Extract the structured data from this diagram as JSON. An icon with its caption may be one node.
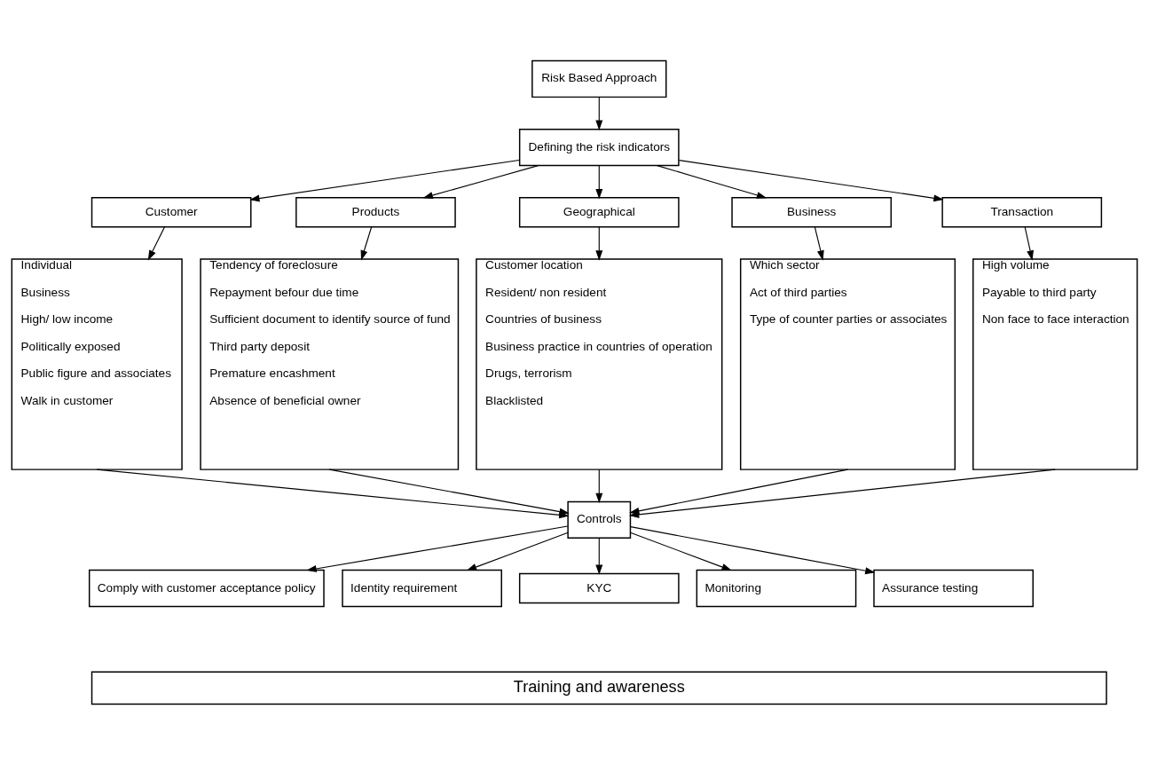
{
  "diagram": {
    "nodes": [
      {
        "text": [
          "Risk Based Approach"
        ]
      },
      {
        "text": [
          "Defining the risk indicators"
        ]
      },
      {
        "text": [
          "Customer"
        ]
      },
      {
        "text": [
          "Products"
        ]
      },
      {
        "text": [
          "Geographical"
        ]
      },
      {
        "text": [
          "Business"
        ]
      },
      {
        "text": [
          "Transaction"
        ]
      },
      {
        "text": [
          "Individual",
          "Business",
          "High/ low income",
          "Politically exposed",
          "Public figure and associates",
          "Walk in customer"
        ]
      },
      {
        "text": [
          "Tendency of foreclosure",
          "Repayment befour due time",
          "Sufficient document to identify source of fund",
          "Third party deposit",
          "Premature encashment",
          "Absence of beneficial owner"
        ]
      },
      {
        "text": [
          "Customer location",
          "Resident/ non resident",
          "Countries of business",
          "Business practice in countries of operation",
          "Drugs, terrorism",
          "Blacklisted"
        ]
      },
      {
        "text": [
          "Which sector",
          "Act of third parties",
          "Type of counter parties or associates"
        ]
      },
      {
        "text": [
          "High volume",
          "Payable to third party",
          "Non face to face interaction"
        ]
      },
      {
        "text": [
          "Controls"
        ]
      },
      {
        "text": [
          "Comply with customer acceptance policy"
        ]
      },
      {
        "text": [
          "Identity requirement"
        ]
      },
      {
        "text": [
          "KYC"
        ]
      },
      {
        "text": [
          "Monitoring"
        ]
      },
      {
        "text": [
          "Assurance testing"
        ]
      },
      {
        "text": [
          "Training and awareness"
        ]
      }
    ],
    "edges": [
      {
        "from": 0,
        "to": 1,
        "arrow": "to"
      },
      {
        "from": 1,
        "to": 2,
        "arrow": "to"
      },
      {
        "from": 1,
        "to": 3,
        "arrow": "to"
      },
      {
        "from": 1,
        "to": 4,
        "arrow": "to"
      },
      {
        "from": 1,
        "to": 5,
        "arrow": "to"
      },
      {
        "from": 1,
        "to": 6,
        "arrow": "to"
      },
      {
        "from": 2,
        "to": 7,
        "arrow": "to"
      },
      {
        "from": 3,
        "to": 8,
        "arrow": "to"
      },
      {
        "from": 4,
        "to": 9,
        "arrow": "to"
      },
      {
        "from": 5,
        "to": 10,
        "arrow": "to"
      },
      {
        "from": 6,
        "to": 11,
        "arrow": "to"
      },
      {
        "from": 7,
        "to": 12,
        "arrow": "to"
      },
      {
        "from": 8,
        "to": 12,
        "arrow": "to"
      },
      {
        "from": 9,
        "to": 12,
        "arrow": "to"
      },
      {
        "from": 10,
        "to": 12,
        "arrow": "to"
      },
      {
        "from": 11,
        "to": 12,
        "arrow": "to"
      },
      {
        "from": 12,
        "to": 13,
        "arrow": "to"
      },
      {
        "from": 12,
        "to": 14,
        "arrow": "to"
      },
      {
        "from": 12,
        "to": 15,
        "arrow": "to"
      },
      {
        "from": 12,
        "to": 16,
        "arrow": "to"
      },
      {
        "from": 12,
        "to": 17,
        "arrow": "to"
      }
    ]
  }
}
